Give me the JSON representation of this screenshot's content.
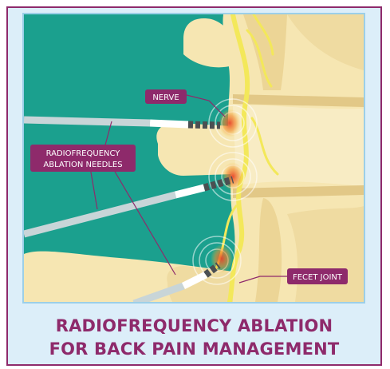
{
  "labels": {
    "nerve": "NERVE",
    "needles_line1": "RADIOFREQUENCY",
    "needles_line2": "ABLATION NEEDLES",
    "joint": "FECET JOINT"
  },
  "title": {
    "line1": "RADIOFREQUENCY ABLATION",
    "line2": "FOR BACK PAIN MANAGEMENT"
  },
  "colors": {
    "background": "#1ba08e",
    "bone": "#f6e6b2",
    "nerve": "#f3e85a",
    "label_bg": "#8e2a6b",
    "hotspot": "#e8452b"
  }
}
